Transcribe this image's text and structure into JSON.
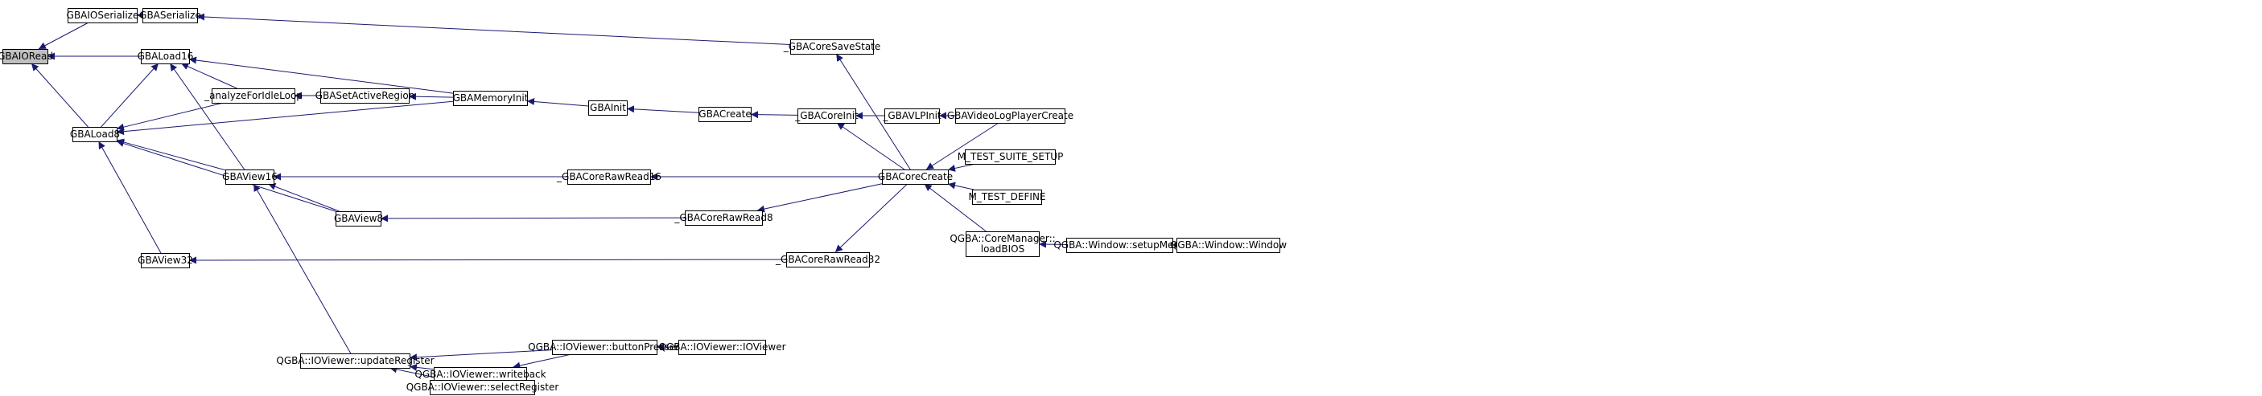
{
  "colors": {
    "node_fill": "#ffffff",
    "highlight_fill": "#bfbfbf",
    "node_border": "#000000",
    "edge": "#191970"
  },
  "nodes": [
    {
      "id": "n_gbaioread",
      "label": [
        "GBAIORead"
      ],
      "highlight": true
    },
    {
      "id": "n_gbaioserialize",
      "label": [
        "GBAIOSerialize"
      ]
    },
    {
      "id": "n_gbaserialize",
      "label": [
        "GBASerialize"
      ]
    },
    {
      "id": "n_gbacoresavestate",
      "label": [
        "_GBACoreSaveState"
      ]
    },
    {
      "id": "n_gbaload16",
      "label": [
        "GBALoad16"
      ]
    },
    {
      "id": "n_gbaload8",
      "label": [
        "GBALoad8"
      ]
    },
    {
      "id": "n_analyzeforidleloop",
      "label": [
        "_analyzeForIdleLoop"
      ]
    },
    {
      "id": "n_gbasetactiveregion",
      "label": [
        "GBASetActiveRegion"
      ]
    },
    {
      "id": "n_gbamemoryinit",
      "label": [
        "GBAMemoryInit"
      ]
    },
    {
      "id": "n_gbainit",
      "label": [
        "GBAInit"
      ]
    },
    {
      "id": "n_gbacreate",
      "label": [
        "GBACreate"
      ]
    },
    {
      "id": "n_gbacoreinit",
      "label": [
        "_GBACoreInit"
      ]
    },
    {
      "id": "n_gbavlpinit",
      "label": [
        "_GBAVLPInit"
      ]
    },
    {
      "id": "n_gbavideologplayercreate",
      "label": [
        "GBAVideoLogPlayerCreate"
      ]
    },
    {
      "id": "n_gbaview16",
      "label": [
        "GBAView16"
      ]
    },
    {
      "id": "n_gbacorerawread16",
      "label": [
        "_GBACoreRawRead16"
      ]
    },
    {
      "id": "n_gbacorecreate",
      "label": [
        "GBACoreCreate"
      ]
    },
    {
      "id": "n_mtestsuitesetup",
      "label": [
        "M_TEST_SUITE_SETUP"
      ]
    },
    {
      "id": "n_mtestdefine",
      "label": [
        "M_TEST_DEFINE"
      ]
    },
    {
      "id": "n_gbaview8",
      "label": [
        "GBAView8"
      ]
    },
    {
      "id": "n_gbacorerawread8",
      "label": [
        "_GBACoreRawRead8"
      ]
    },
    {
      "id": "n_loadbios",
      "label": [
        "QGBA::CoreManager::",
        "loadBIOS"
      ]
    },
    {
      "id": "n_setupmenu",
      "label": [
        "QGBA::Window::setupMenu"
      ]
    },
    {
      "id": "n_window",
      "label": [
        "QGBA::Window::Window"
      ]
    },
    {
      "id": "n_gbaview32",
      "label": [
        "GBAView32"
      ]
    },
    {
      "id": "n_gbacorerawread32",
      "label": [
        "_GBACoreRawRead32"
      ]
    },
    {
      "id": "n_updateregister",
      "label": [
        "QGBA::IOViewer::updateRegister"
      ]
    },
    {
      "id": "n_buttonpressed",
      "label": [
        "QGBA::IOViewer::buttonPressed"
      ]
    },
    {
      "id": "n_ioviewer",
      "label": [
        "QGBA::IOViewer::IOViewer"
      ]
    },
    {
      "id": "n_writeback",
      "label": [
        "QGBA::IOViewer::writeback"
      ]
    },
    {
      "id": "n_selectregister",
      "label": [
        "QGBA::IOViewer::selectRegister"
      ]
    }
  ],
  "edges": [
    [
      "n_gbaioserialize",
      "n_gbaioread"
    ],
    [
      "n_gbaserialize",
      "n_gbaioserialize"
    ],
    [
      "n_gbacoresavestate",
      "n_gbaserialize"
    ],
    [
      "n_gbaload16",
      "n_gbaioread"
    ],
    [
      "n_gbaload8",
      "n_gbaioread"
    ],
    [
      "n_gbaload8",
      "n_gbaload16"
    ],
    [
      "n_gbamemoryinit",
      "n_gbaload16"
    ],
    [
      "n_analyzeforidleloop",
      "n_gbaload16"
    ],
    [
      "n_analyzeforidleloop",
      "n_gbaload8"
    ],
    [
      "n_gbamemoryinit",
      "n_gbaload8"
    ],
    [
      "n_gbasetactiveregion",
      "n_analyzeforidleloop"
    ],
    [
      "n_gbamemoryinit",
      "n_gbasetactiveregion"
    ],
    [
      "n_gbainit",
      "n_gbamemoryinit"
    ],
    [
      "n_gbacreate",
      "n_gbainit"
    ],
    [
      "n_gbacoreinit",
      "n_gbacreate"
    ],
    [
      "n_gbavlpinit",
      "n_gbacoreinit"
    ],
    [
      "n_gbavideologplayercreate",
      "n_gbavlpinit"
    ],
    [
      "n_gbacorecreate",
      "n_gbacoresavestate"
    ],
    [
      "n_gbacorecreate",
      "n_gbacoreinit"
    ],
    [
      "n_gbacorecreate",
      "n_gbacorerawread16"
    ],
    [
      "n_gbacorecreate",
      "n_gbacorerawread8"
    ],
    [
      "n_gbacorecreate",
      "n_gbacorerawread32"
    ],
    [
      "n_gbavideologplayercreate",
      "n_gbacorecreate"
    ],
    [
      "n_mtestsuitesetup",
      "n_gbacorecreate"
    ],
    [
      "n_mtestdefine",
      "n_gbacorecreate"
    ],
    [
      "n_loadbios",
      "n_gbacorecreate"
    ],
    [
      "n_setupmenu",
      "n_loadbios"
    ],
    [
      "n_window",
      "n_setupmenu"
    ],
    [
      "n_gbaview16",
      "n_gbaload16"
    ],
    [
      "n_gbaview16",
      "n_gbaload8"
    ],
    [
      "n_gbaview8",
      "n_gbaload8"
    ],
    [
      "n_gbaview32",
      "n_gbaload8"
    ],
    [
      "n_gbacorerawread16",
      "n_gbaview16"
    ],
    [
      "n_gbaview8",
      "n_gbaview16"
    ],
    [
      "n_updateregister",
      "n_gbaview16"
    ],
    [
      "n_gbacorerawread8",
      "n_gbaview8"
    ],
    [
      "n_gbacorerawread32",
      "n_gbaview32"
    ],
    [
      "n_buttonpressed",
      "n_updateregister"
    ],
    [
      "n_writeback",
      "n_updateregister"
    ],
    [
      "n_selectregister",
      "n_updateregister"
    ],
    [
      "n_buttonpressed",
      "n_writeback"
    ],
    [
      "n_ioviewer",
      "n_buttonpressed"
    ]
  ]
}
